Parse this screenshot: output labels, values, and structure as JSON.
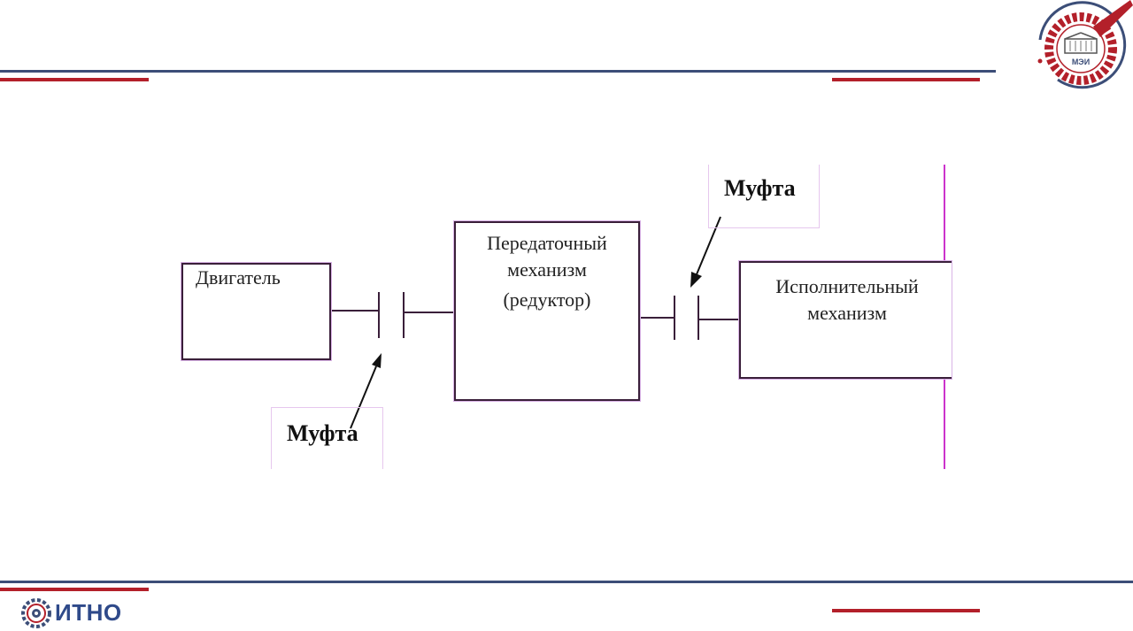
{
  "diagram": {
    "engine_label": "Двигатель",
    "transmission_label": [
      "Передаточный",
      "механизм",
      "(редуктор)"
    ],
    "actuator_label": [
      "Исполнительный",
      "механизм"
    ],
    "coupling_top_label": "Муфта",
    "coupling_bottom_label": "Муфта"
  },
  "logo": {
    "mei_text": "МЭИ"
  },
  "footer": {
    "brand": "ИТНО"
  },
  "colors": {
    "navy": "#3c4e78",
    "red": "#b3202a",
    "magenta": "#cc33cc"
  }
}
